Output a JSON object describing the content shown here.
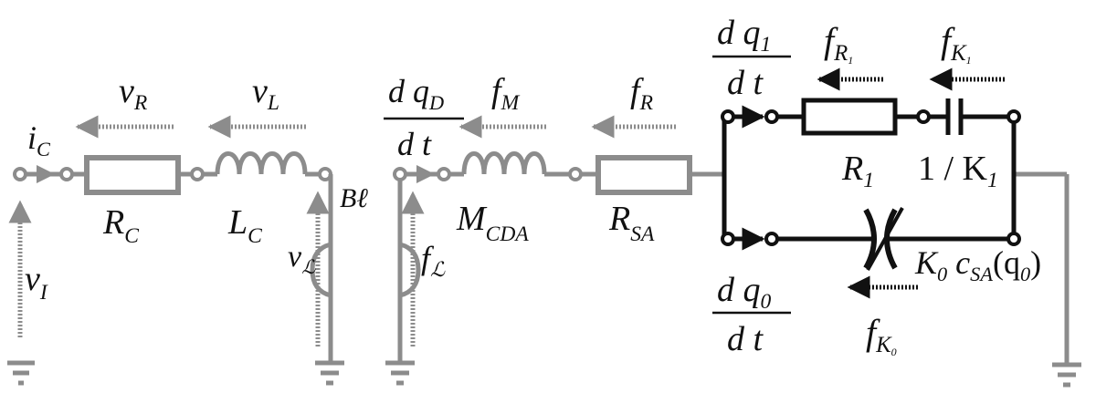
{
  "colors": {
    "electrical": "#8c8c8c",
    "mechanical": "#111111",
    "arrow": "#8c8c8c",
    "text": "#111111"
  },
  "labels": {
    "i_c": {
      "main": "i",
      "sub": "C"
    },
    "v_r": {
      "main": "v",
      "sub": "R"
    },
    "v_l": {
      "main": "v",
      "sub": "L"
    },
    "r_c": {
      "main": "R",
      "sub": "C"
    },
    "l_c": {
      "main": "L",
      "sub": "C"
    },
    "v_i": {
      "main": "v",
      "sub": "I"
    },
    "v_script_l": {
      "main": "v",
      "sub": "ℒ"
    },
    "b_ell": "Bℓ",
    "dq_d": {
      "num_main": "d q",
      "num_sub": "D",
      "den": "d t"
    },
    "f_m": {
      "main": "f",
      "sub": "M"
    },
    "f_r": {
      "main": "f",
      "sub": "R"
    },
    "m_cda": {
      "main": "M",
      "sub": "CDA"
    },
    "r_sa": {
      "main": "R",
      "sub": "SA"
    },
    "f_script_l": {
      "main": "f",
      "sub": "ℒ"
    },
    "dq_1": {
      "num_main": "d q",
      "num_sub": "1",
      "den": "d t"
    },
    "f_r1": {
      "main": "f",
      "sub": "R",
      "subsub": "1"
    },
    "f_k1": {
      "main": "f",
      "sub": "K",
      "subsub": "1"
    },
    "r_1": {
      "main": "R",
      "sub": "1"
    },
    "inv_k1": {
      "pre": "1 / K",
      "sub": "1"
    },
    "dq_0": {
      "num_main": "d q",
      "num_sub": "0",
      "den": "d t"
    },
    "k0_csa": {
      "k": "K",
      "k_sub": "0",
      "c": " c",
      "c_sub": "SA",
      "arg": "(q",
      "arg_sub": "0",
      "close": ")"
    },
    "f_k0": {
      "main": "f",
      "sub": "K",
      "subsub": "0"
    }
  }
}
